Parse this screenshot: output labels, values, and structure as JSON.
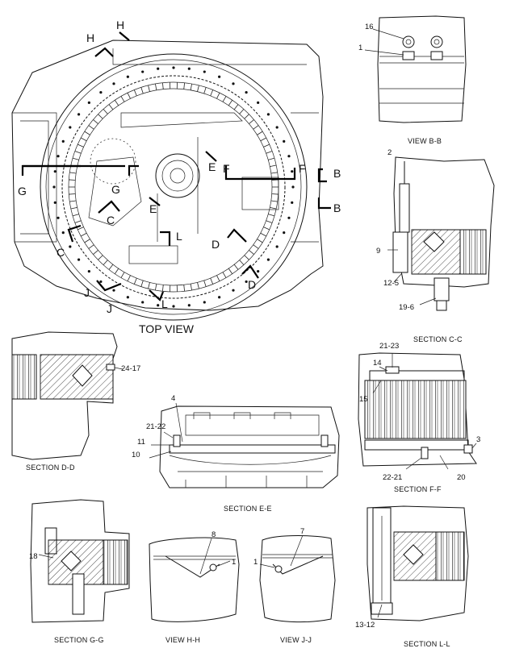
{
  "top_view": {
    "title": "TOP VIEW",
    "section_letters": {
      "h1": "H",
      "h2": "H",
      "g1": "G",
      "g2": "G",
      "c1": "C",
      "c2": "C",
      "e1": "E",
      "e2": "E",
      "f1": "F",
      "f2": "F",
      "b1": "B",
      "b2": "B",
      "d1": "D",
      "d2": "D",
      "l1": "L",
      "l2": "L",
      "j1": "J",
      "j2": "J"
    }
  },
  "view_bb": {
    "caption": "VIEW B-B",
    "callouts": [
      "16",
      "1"
    ]
  },
  "section_cc": {
    "caption": "SECTION C-C",
    "callouts": [
      "2",
      "9",
      "12-5",
      "19-6"
    ]
  },
  "section_dd": {
    "caption": "SECTION D-D",
    "callouts": [
      "24-17"
    ]
  },
  "section_ee": {
    "caption": "SECTION E-E",
    "callouts": [
      "4",
      "21-22",
      "11",
      "10"
    ]
  },
  "section_ff": {
    "caption": "SECTION F-F",
    "callouts": [
      "21-23",
      "14",
      "15",
      "3",
      "22-21",
      "20"
    ]
  },
  "section_gg": {
    "caption": "SECTION G-G",
    "callouts": [
      "18"
    ]
  },
  "view_hh": {
    "caption": "VIEW H-H",
    "callouts": [
      "8",
      "1"
    ]
  },
  "view_jj": {
    "caption": "VIEW J-J",
    "callouts": [
      "7",
      "1"
    ]
  },
  "section_ll": {
    "caption": "SECTION L-L",
    "callouts": [
      "13-12"
    ]
  }
}
